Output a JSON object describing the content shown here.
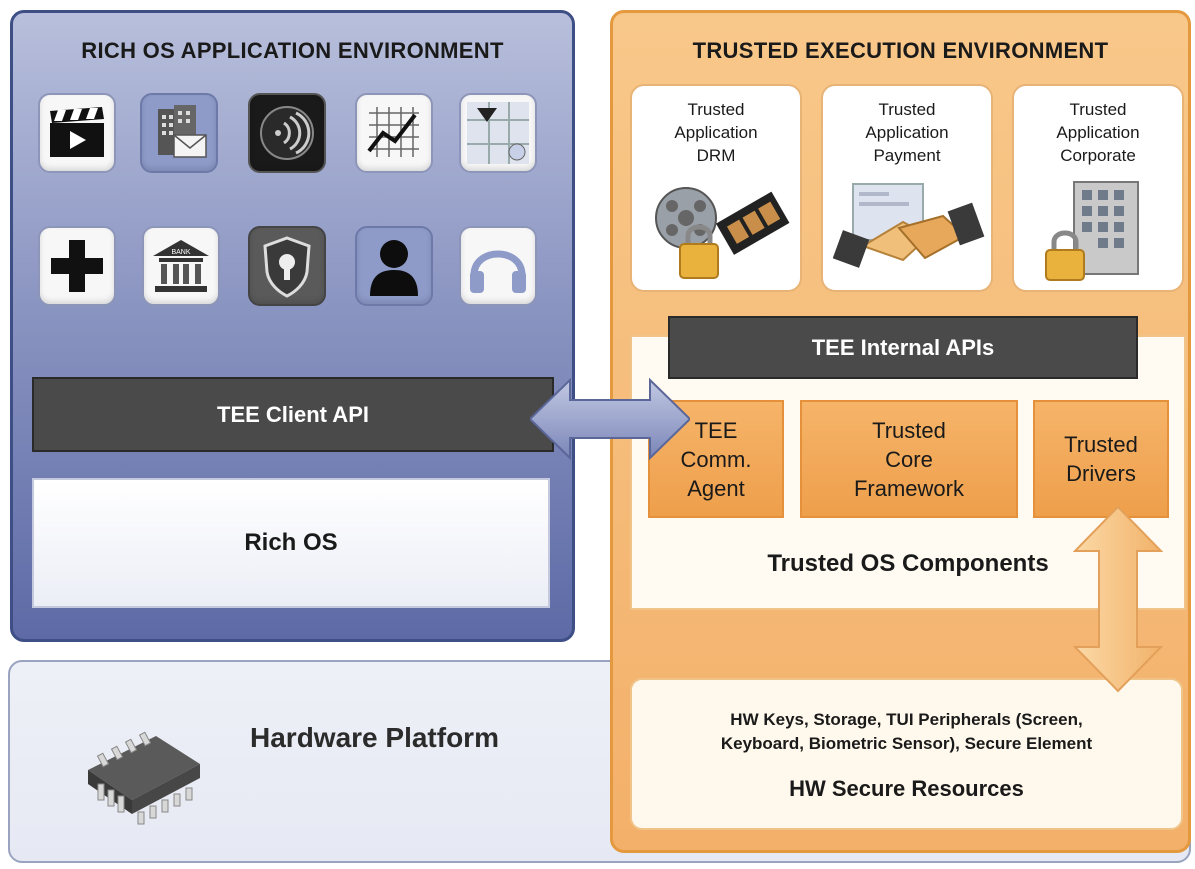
{
  "rich_env": {
    "title": "RICH OS APPLICATION ENVIRONMENT",
    "client_api": "TEE Client API",
    "rich_os": "Rich OS",
    "app_icons": [
      "clapperboard-icon",
      "building-mail-icon",
      "nfc-icon",
      "chart-icon",
      "map-icon",
      "plus-icon",
      "bank-icon",
      "shield-lock-icon",
      "user-icon",
      "headphones-icon"
    ],
    "bank_text": "BANK"
  },
  "tee_env": {
    "title": "TRUSTED EXECUTION ENVIRONMENT",
    "trusted_apps": [
      {
        "line1": "Trusted",
        "line2": "Application",
        "line3": "DRM",
        "icon": "film-lock-icon"
      },
      {
        "line1": "Trusted",
        "line2": "Application",
        "line3": "Payment",
        "icon": "handshake-icon"
      },
      {
        "line1": "Trusted",
        "line2": "Application",
        "line3": "Corporate",
        "icon": "office-lock-icon"
      }
    ],
    "internal_apis": "TEE Internal APIs",
    "components": [
      {
        "line1": "TEE",
        "line2": "Comm.",
        "line3": "Agent"
      },
      {
        "line1": "Trusted",
        "line2": "Core",
        "line3": "Framework"
      },
      {
        "line1": "Trusted",
        "line2": "Drivers",
        "line3": ""
      }
    ],
    "trusted_os_label": "Trusted OS Components"
  },
  "hardware": {
    "title": "Hardware Platform",
    "chip_icon": "chip-icon",
    "secure_desc_line1": "HW Keys, Storage, TUI Peripherals (Screen,",
    "secure_desc_line2": "Keyboard, Biometric Sensor), Secure Element",
    "secure_title": "HW Secure Resources"
  },
  "colors": {
    "rich_panel": "#8c96c2",
    "tee_panel": "#f3b06a",
    "api_bar": "#4a4a4a",
    "component": "#ee9f4b"
  }
}
